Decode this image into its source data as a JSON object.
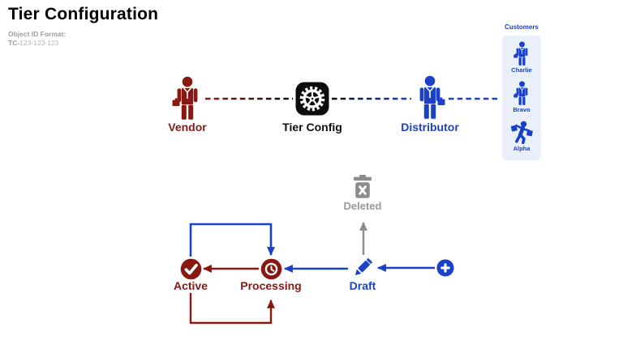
{
  "header": {
    "title": "Tier Configuration",
    "object_id_label": "Object ID Format:",
    "object_id_prefix": "TC-",
    "object_id_value": "123-123-123"
  },
  "flow": {
    "vendor": {
      "label": "Vendor",
      "icon": "businessperson-icon",
      "color": "#8a1812"
    },
    "tier_config": {
      "label": "Tier Config",
      "icon": "gear-icon",
      "color": "#0d0d0d"
    },
    "distributor": {
      "label": "Distributor",
      "icon": "businessperson-icon",
      "color": "#1a41c8"
    },
    "customers": {
      "label": "Customers",
      "panel_bg": "#e9f0fa",
      "items": [
        {
          "name": "Charlie",
          "icon": "businessperson-icon"
        },
        {
          "name": "Bravo",
          "icon": "businessperson-icon"
        },
        {
          "name": "Alpha",
          "icon": "shopper-bags-icon"
        }
      ]
    },
    "connections": [
      {
        "from": "Vendor",
        "to": "Tier Config",
        "style": "dashed",
        "colors": [
          "#8a1812",
          "#0d0d0d"
        ]
      },
      {
        "from": "Tier Config",
        "to": "Distributor",
        "style": "dashed",
        "colors": [
          "#0d0d0d",
          "#1a41c8"
        ]
      },
      {
        "from": "Distributor",
        "to": "Customers",
        "style": "dashed",
        "colors": [
          "#1a41c8"
        ]
      }
    ]
  },
  "lifecycle": {
    "deleted": {
      "label": "Deleted",
      "icon": "trash-icon",
      "color": "#8c8c8c"
    },
    "active": {
      "label": "Active",
      "icon": "check-circle-icon",
      "color": "#8a1812"
    },
    "processing": {
      "label": "Processing",
      "icon": "clock-circle-icon",
      "color": "#8a1812"
    },
    "draft": {
      "label": "Draft",
      "icon": "pencil-icon",
      "color": "#1a41c8"
    },
    "create": {
      "label": "",
      "icon": "plus-circle-icon",
      "color": "#1a41c8"
    },
    "transitions": [
      {
        "from": "create",
        "to": "draft",
        "color": "#1a41c8"
      },
      {
        "from": "draft",
        "to": "processing",
        "color": "#1a41c8"
      },
      {
        "from": "draft",
        "to": "deleted",
        "color": "#8c8c8c"
      },
      {
        "from": "processing",
        "to": "active",
        "color": "#8a1812"
      },
      {
        "from": "active",
        "to": "processing",
        "route": "top-loop",
        "color": "#1a41c8"
      },
      {
        "from": "active",
        "to": "processing",
        "route": "bottom-loop",
        "color": "#8a1812"
      }
    ]
  },
  "colors": {
    "dark_red": "#8a1812",
    "blue": "#1a41c8",
    "black": "#0d0d0d",
    "gray": "#8c8c8c",
    "muted_text_gray": "#9e9e9e",
    "customers_panel_bg": "#e9f0fa"
  }
}
